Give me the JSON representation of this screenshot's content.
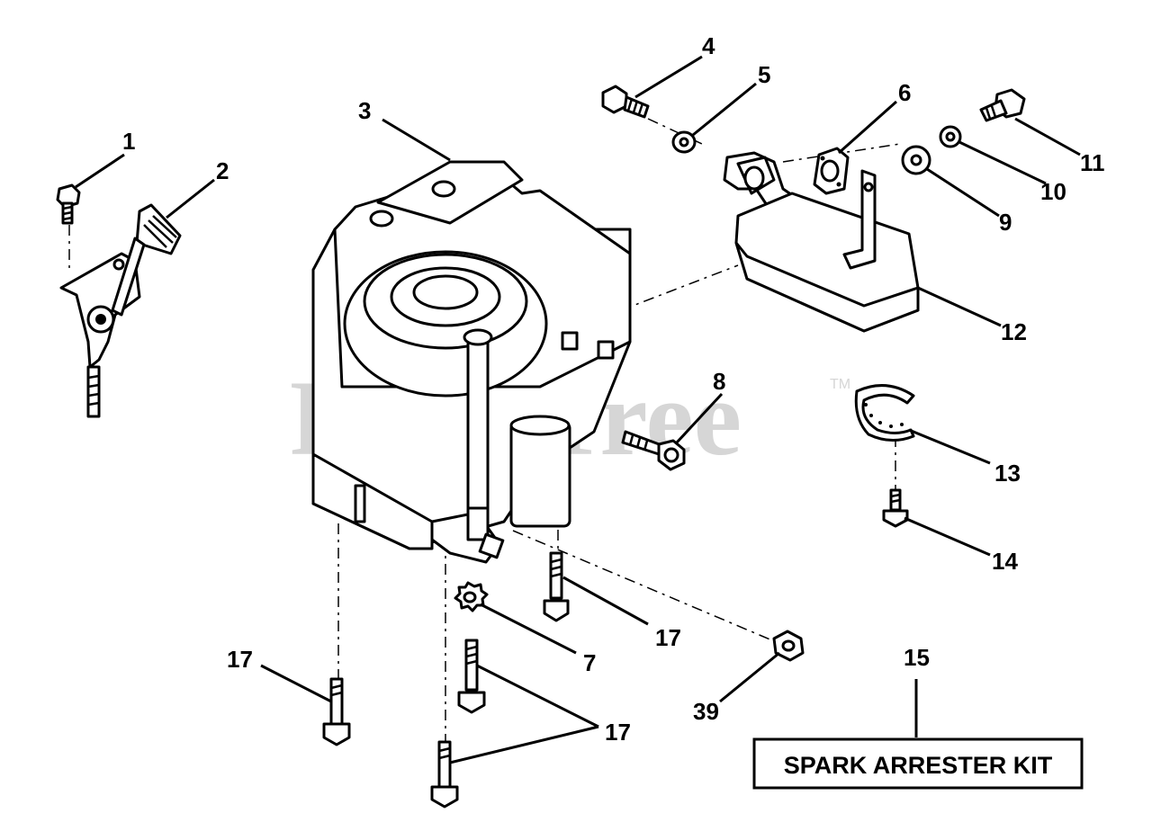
{
  "watermark": {
    "text": "PartsTree",
    "trademark": "TM"
  },
  "callouts": {
    "c1": "1",
    "c2": "2",
    "c3": "3",
    "c4": "4",
    "c5": "5",
    "c6": "6",
    "c7": "7",
    "c8": "8",
    "c9": "9",
    "c10": "10",
    "c11": "11",
    "c12": "12",
    "c13": "13",
    "c14": "14",
    "c15": "15",
    "c17a": "17",
    "c17b": "17",
    "c17c": "17",
    "c39": "39"
  },
  "kit_box": {
    "label": "SPARK ARRESTER KIT"
  }
}
